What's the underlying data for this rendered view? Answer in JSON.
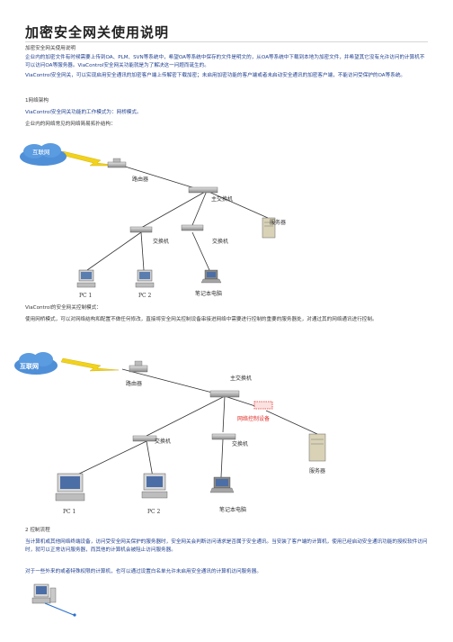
{
  "doc": {
    "title": "加密安全网关使用说明",
    "subtitle": "加密安全网关使用说明",
    "para1": "企业内的加密文件有时候需要上传到OA、PLM、SVN等系统中，希望OA等系统中保存的文件是明文的，从OA等系统中下载到本地为加密文件，并希望其它没有允许访问的计算机不可以访问OA等服务器。ViaControl安全网关功能就是为了解决这一问题而诞生的。",
    "para2": "ViaControl安全网关，可以实现启用安全通讯的加密客户端上传解密下载加密；未启用加密功能的客户端或者未启动安全通讯的加密客户端，不能访问受保护的OA等系统。",
    "section1": "1网络架构",
    "para3": "ViaControl安全网关功能的工作模式为：网桥模式。",
    "para4": "企业内的网络常见的网络简易拓扑结构：",
    "para5": "ViaControl的安全网关控制模式：",
    "para6": "使用网桥模式，可以对网络结构和配置不做任何修改，直接将安全网关控制设备串接进网络中需要进行控制的重要的服务器处，对通过其的网络通讯进行控制。",
    "section2": "2 控制流程",
    "para7": "当计算机或其他网络终端设备，访问受安全网关保护的服务器时，安全网关会判断访问请求是否属于安全通讯。当安装了客户端的计算机，使用已经启动安全通讯功能的授权软件访问时，就可以正常访问服务器，而其他的计算机会被阻止访问服务器。",
    "para8": "对于一些外来的或者特殊权限的计算机，也可以通过设置白名单允许未启用安全通讯的计算机访问服务器。"
  },
  "diagram1": {
    "internet": "互联网",
    "router": "路由器",
    "main_switch": "主交换机",
    "server": "服务器",
    "switch_a": "交换机",
    "switch_b": "交换机",
    "pc1": "PC 1",
    "pc2": "PC 2",
    "laptop": "笔记本电脑"
  },
  "diagram2": {
    "internet": "互联网",
    "router": "路由器",
    "main_switch": "主交换机",
    "gateway": "网络控制设备",
    "server": "服务器",
    "switch_a": "交换机",
    "switch_b": "交换机",
    "pc1": "PC 1",
    "pc2": "PC 2",
    "laptop": "笔记本电脑"
  },
  "colors": {
    "cloud": "#4f8fd8",
    "lightning": "#f2d21b",
    "link": "#333333",
    "gateway": "#e0302a",
    "accent_text": "#1f3f8f"
  }
}
